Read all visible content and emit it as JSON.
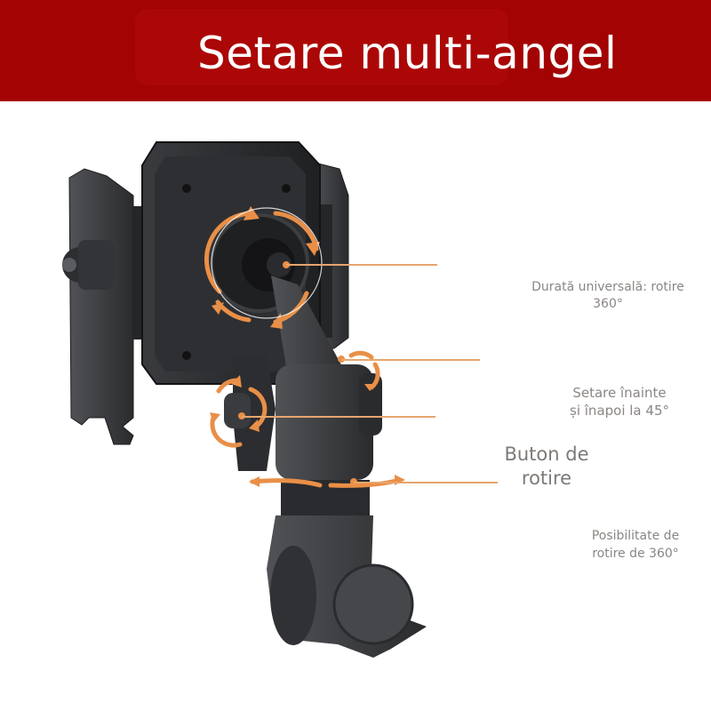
{
  "banner": {
    "title": "Setare multi-angel",
    "background_color": "#a30303",
    "text_color": "#ffffff"
  },
  "callouts": [
    {
      "id": "universal-joint",
      "text_line1": "Durată universală: rotire",
      "text_line2": "360°"
    },
    {
      "id": "tilt",
      "text_line1": "Setare înainte",
      "text_line2": "și înapoi la 45°"
    },
    {
      "id": "rotation-knob",
      "text_line1": "Buton de",
      "text_line2": "rotire"
    },
    {
      "id": "base-rotation",
      "text_line1": "Posibilitate de",
      "text_line2": "rotire de 360°"
    }
  ],
  "colors": {
    "accent_orange": "#e98f47",
    "leader_line": "#e7a56d",
    "label_gray": "#8a8683",
    "product_dark": "#2e2f31"
  },
  "product": {
    "icon": "phone-holder-mount-image"
  }
}
